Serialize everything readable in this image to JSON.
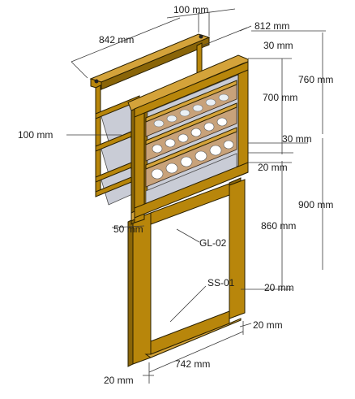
{
  "labels": {
    "top_depth": "100 mm",
    "top_length": "842 mm",
    "top_width": "812 mm",
    "top_rail": "30 mm",
    "cabinet_height": "700 mm",
    "cabinet_total": "760 mm",
    "side_depth": "100 mm",
    "mid_rail": "30 mm",
    "bottom_rail": "20 mm",
    "stand_total": "900 mm",
    "stand_inner": "860 mm",
    "stand_bottom": "20 mm",
    "post_depth": "50 mm",
    "part_glass": "GL-02",
    "part_stand": "SS-01",
    "leg_width": "20 mm",
    "left_leg": "20 mm",
    "stand_width": "742 mm"
  },
  "colors": {
    "wood": "#b8860b",
    "glass": "#c9ccd6",
    "tray": "#c8a27a"
  }
}
